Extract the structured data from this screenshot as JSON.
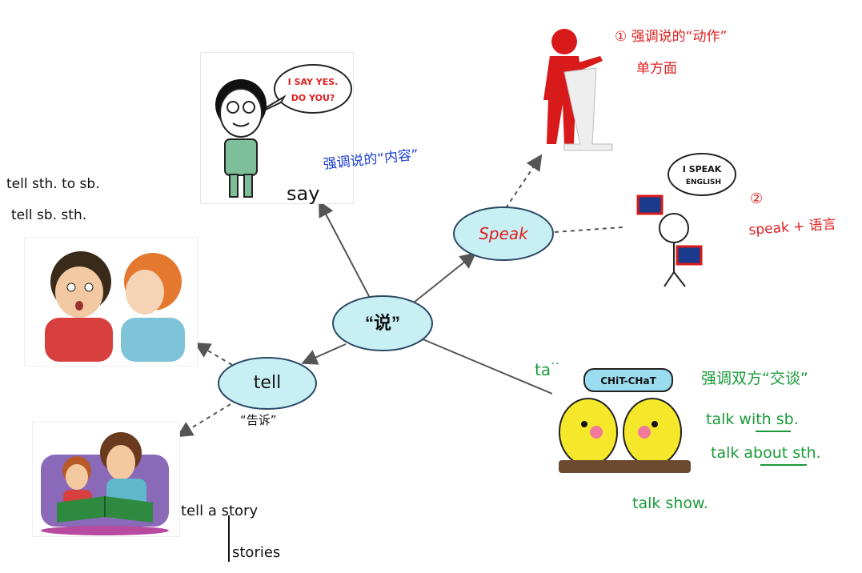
{
  "nodes": {
    "center": "“说”",
    "say": "say",
    "speak": "Speak",
    "tell": "tell",
    "talk": "talk"
  },
  "notes": {
    "say_meaning": "强调说的“内容”",
    "speak_1": "① 强调说的“动作”",
    "speak_1b": "单方面",
    "speak_2_num": "②",
    "speak_2": "speak + 语言",
    "tell_meaning": "“告诉”",
    "tell_usage_1": "tell sth. to sb.",
    "tell_usage_2": "tell sb. sth.",
    "tell_story": "tell a story",
    "tell_stories": "stories",
    "talk_meaning": "强调双方“交谈”",
    "talk_with": "talk with sb.",
    "talk_about": "talk about sth.",
    "talk_show": "talk show."
  },
  "bubbles": {
    "say": [
      "I SAY YES.",
      "DO YOU?"
    ],
    "speak": [
      "I SPEAK",
      "ENGLISH"
    ],
    "talk": "CHiT-CHaT"
  },
  "colors": {
    "node_fill": "#c8f0f4",
    "node_stroke": "#2c4a66",
    "arrow": "#555555",
    "red_note": "#e02020",
    "blue_note": "#1a3fd0",
    "green_note": "#1a9a3a",
    "black_note": "#111111"
  }
}
